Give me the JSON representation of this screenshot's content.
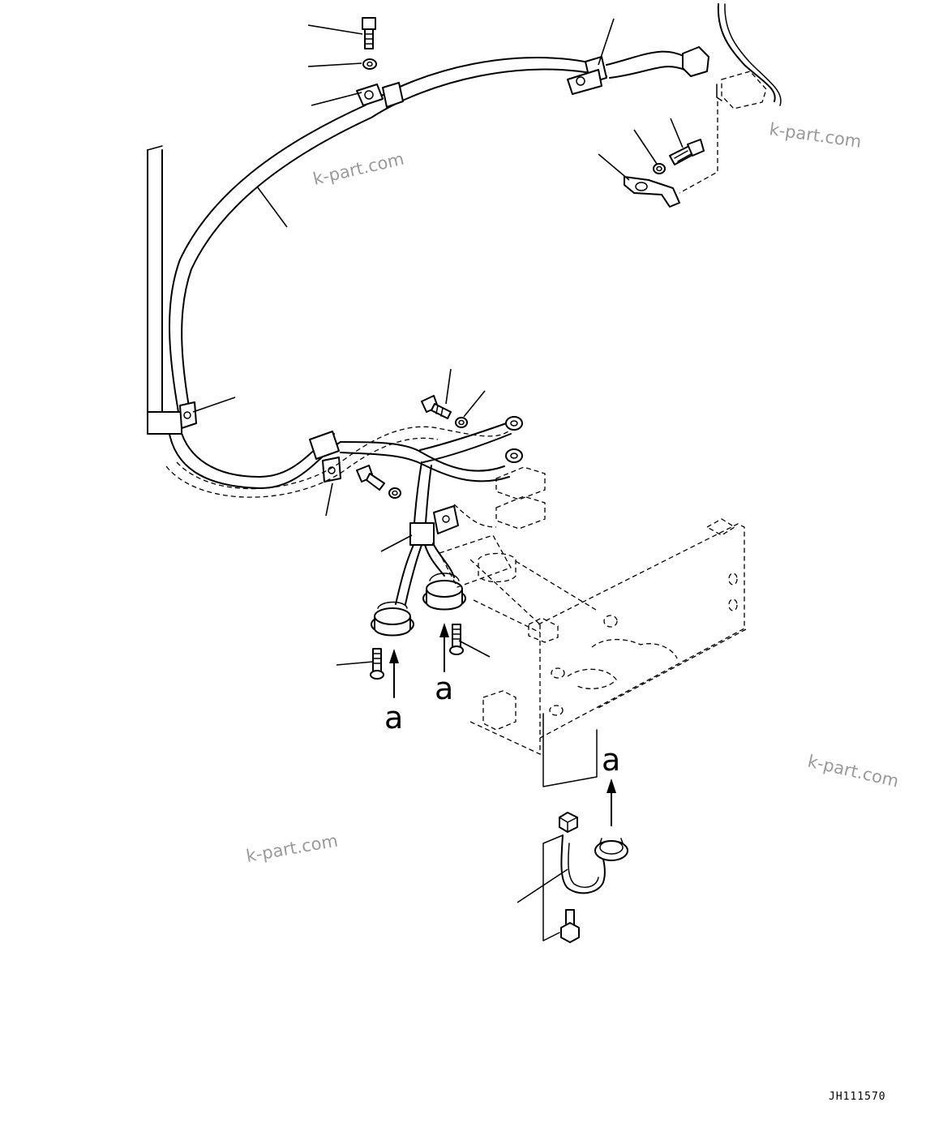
{
  "watermarks": [
    "k-part.com",
    "k-part.com",
    "k-part.com",
    "k-part.com"
  ],
  "callouts": [
    "a",
    "a",
    "a"
  ],
  "drawing_code": "JH111570"
}
